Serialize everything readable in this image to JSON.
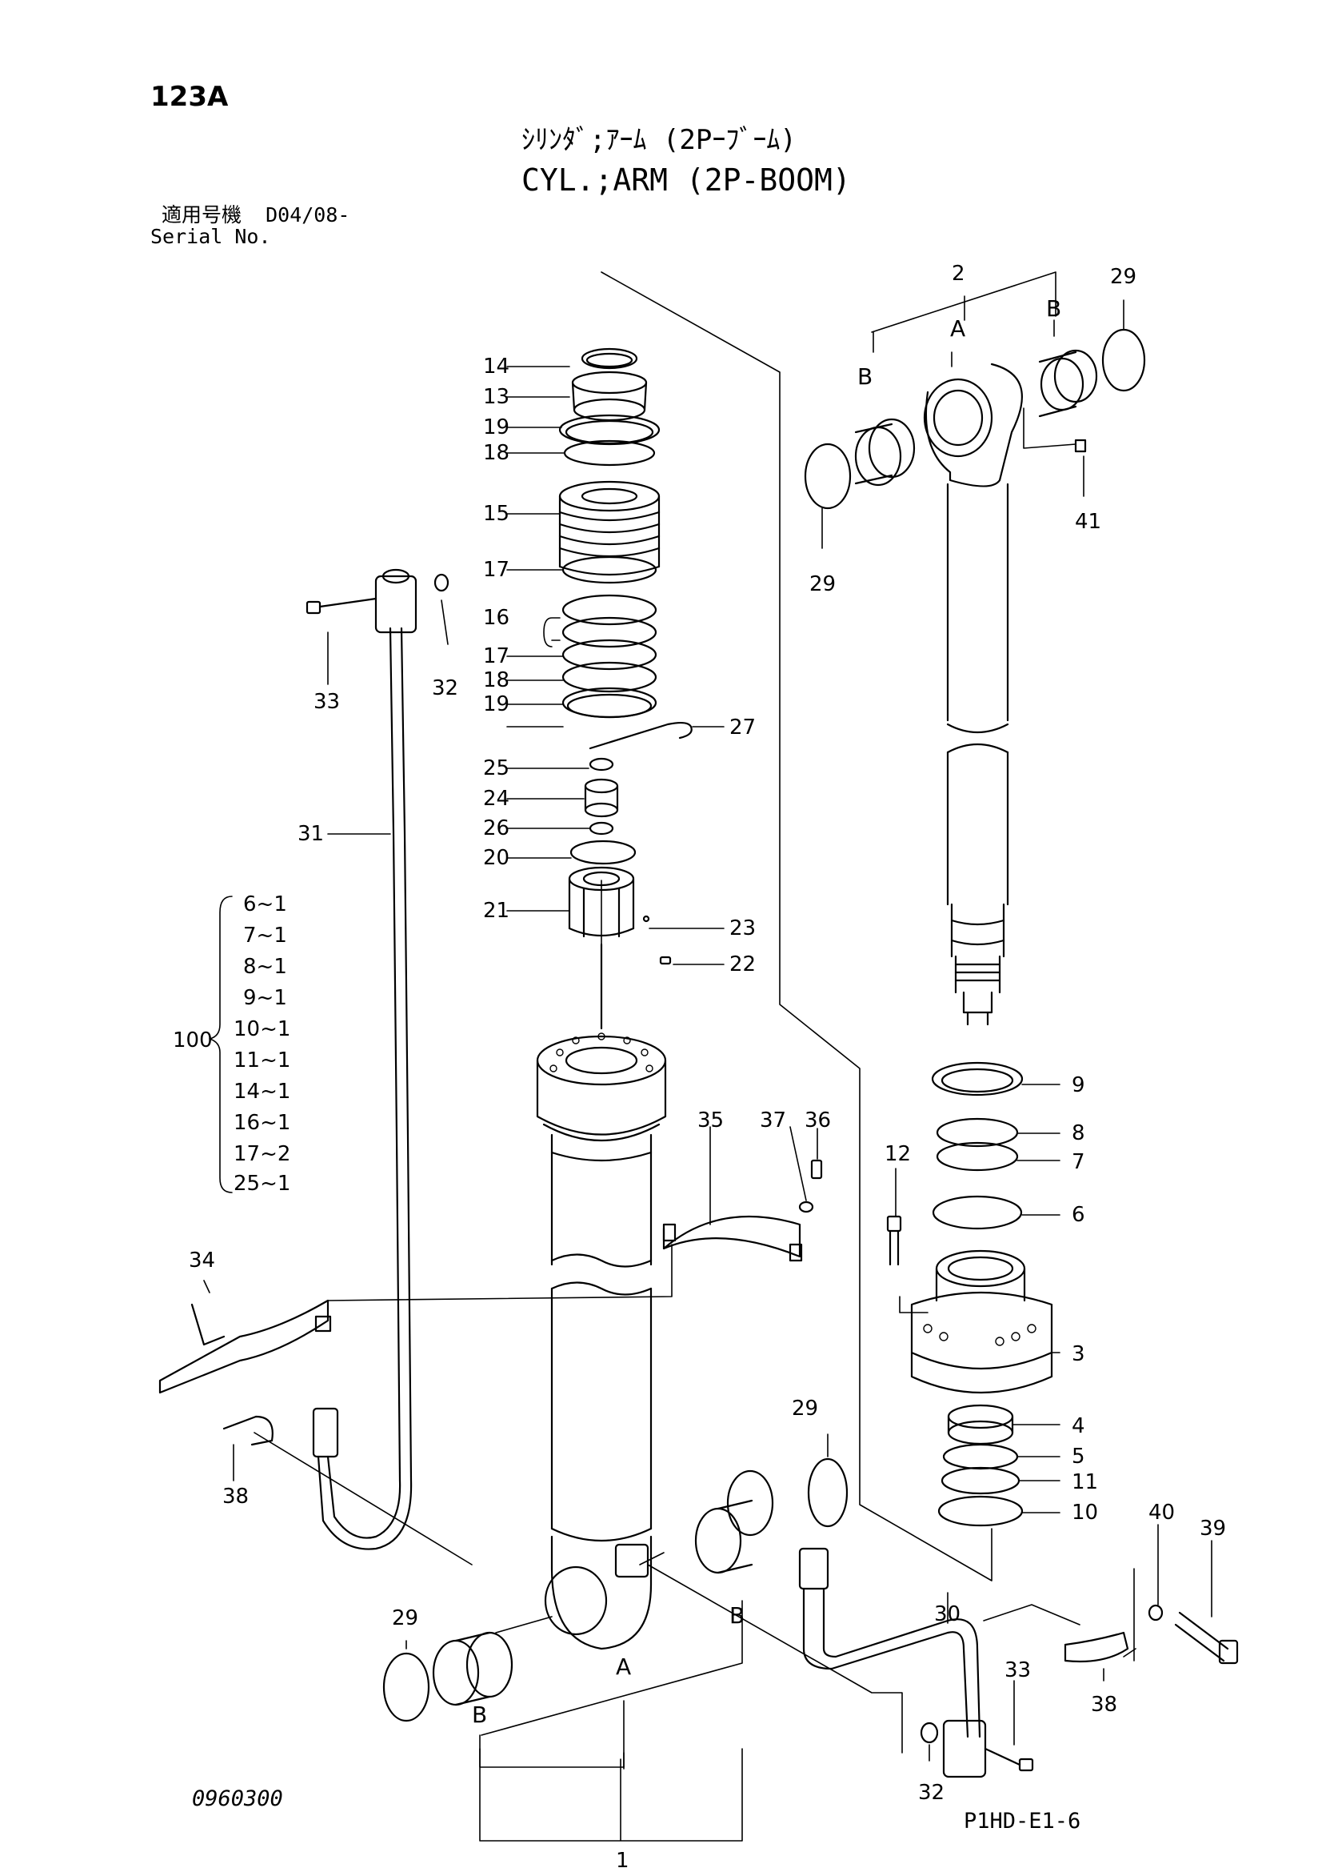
{
  "header": {
    "page_no": "123A",
    "title_jp": "ｼﾘﾝﾀﾞ;ｱｰﾑ (2Pｰﾌﾞｰﾑ)",
    "title_en": "CYL.;ARM (2P-BOOM)",
    "serial_line1": "適用号機  D04/08-",
    "serial_line2": "Serial No."
  },
  "footer": {
    "code": "0960300",
    "ref": "P1HD-E1-6"
  },
  "callouts": {
    "c14": "14",
    "c13": "13",
    "c19a": "19",
    "c18a": "18",
    "c15": "15",
    "c17a": "17",
    "c16": "16",
    "c17b": "17",
    "c18b": "18",
    "c19b": "19",
    "c27": "27",
    "c25": "25",
    "c24": "24",
    "c26": "26",
    "c20": "20",
    "c21": "21",
    "c23": "23",
    "c22": "22",
    "c31": "31",
    "c33a": "33",
    "c32a": "32",
    "c34": "34",
    "c38a": "38",
    "c29a": "29",
    "c1": "1",
    "cA1": "A",
    "cB1": "B",
    "cB2": "B",
    "c29b": "29",
    "c35": "35",
    "c37": "37",
    "c36": "36",
    "c12": "12",
    "c2": "2",
    "cA2": "A",
    "cB3": "B",
    "cB4": "B",
    "c29c": "29",
    "c29d": "29",
    "c41": "41",
    "c9": "9",
    "c8": "8",
    "c7": "7",
    "c6": "6",
    "c3": "3",
    "c4": "4",
    "c5": "5",
    "c11": "11",
    "c10": "10",
    "c30": "30",
    "c33b": "33",
    "c32b": "32",
    "c38b": "38",
    "c40": "40",
    "c39": "39"
  },
  "kit": {
    "id": "100",
    "items": [
      "6~1",
      "7~1",
      "8~1",
      "9~1",
      "10~1",
      "11~1",
      "14~1",
      "16~1",
      "17~2",
      "25~1"
    ]
  }
}
